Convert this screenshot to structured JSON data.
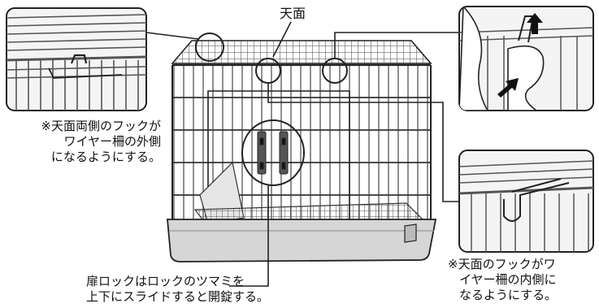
{
  "labels": {
    "top_surface": "天面",
    "note_top_left": [
      "※天面両側のフックが",
      "ワイヤー柵の外側",
      "になるようにする。"
    ],
    "note_bottom_right": [
      "※天面のフックがワ",
      "イヤー柵の内側に",
      "なるようにする。"
    ],
    "note_door_lock": [
      "扉ロックはロックのツマミを",
      "上下にスライドすると開錠する。"
    ]
  },
  "colors": {
    "line": "#222222",
    "wire": "#555555",
    "tray": "#d6d6d6",
    "inset_bg": "#f4f4f4",
    "arrow": "#111111"
  }
}
